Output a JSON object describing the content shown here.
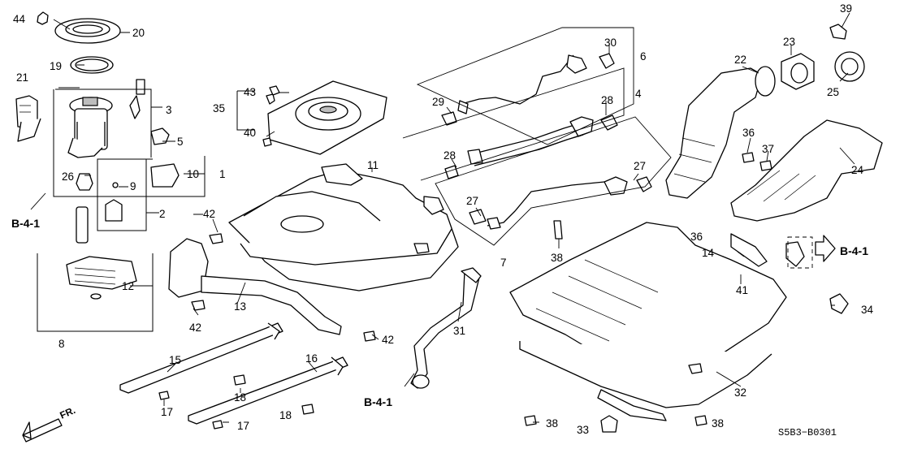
{
  "diagram": {
    "callouts": [
      {
        "id": "c44",
        "text": "44"
      },
      {
        "id": "c20",
        "text": "20"
      },
      {
        "id": "c19",
        "text": "19"
      },
      {
        "id": "c21",
        "text": "21"
      },
      {
        "id": "c3",
        "text": "3"
      },
      {
        "id": "c5",
        "text": "5"
      },
      {
        "id": "c10",
        "text": "10"
      },
      {
        "id": "c1",
        "text": "1"
      },
      {
        "id": "c26",
        "text": "26"
      },
      {
        "id": "c9",
        "text": "9"
      },
      {
        "id": "c2",
        "text": "2"
      },
      {
        "id": "c12",
        "text": "12"
      },
      {
        "id": "c8",
        "text": "8"
      },
      {
        "id": "c43",
        "text": "43"
      },
      {
        "id": "c35",
        "text": "35"
      },
      {
        "id": "c40",
        "text": "40"
      },
      {
        "id": "c11",
        "text": "11"
      },
      {
        "id": "c42a",
        "text": "42"
      },
      {
        "id": "c42b",
        "text": "42"
      },
      {
        "id": "c42c",
        "text": "42"
      },
      {
        "id": "c13",
        "text": "13"
      },
      {
        "id": "c15",
        "text": "15"
      },
      {
        "id": "c16",
        "text": "16"
      },
      {
        "id": "c18a",
        "text": "18"
      },
      {
        "id": "c18b",
        "text": "18"
      },
      {
        "id": "c17a",
        "text": "17"
      },
      {
        "id": "c17b",
        "text": "17"
      },
      {
        "id": "c30",
        "text": "30"
      },
      {
        "id": "c6",
        "text": "6"
      },
      {
        "id": "c29",
        "text": "29"
      },
      {
        "id": "c28a",
        "text": "28"
      },
      {
        "id": "c4",
        "text": "4"
      },
      {
        "id": "c28b",
        "text": "28"
      },
      {
        "id": "c27a",
        "text": "27"
      },
      {
        "id": "c27b",
        "text": "27"
      },
      {
        "id": "c7",
        "text": "7"
      },
      {
        "id": "c38a",
        "text": "38"
      },
      {
        "id": "c31",
        "text": "31"
      },
      {
        "id": "c39",
        "text": "39"
      },
      {
        "id": "c23",
        "text": "23"
      },
      {
        "id": "c22",
        "text": "22"
      },
      {
        "id": "c25",
        "text": "25"
      },
      {
        "id": "c36a",
        "text": "36"
      },
      {
        "id": "c37",
        "text": "37"
      },
      {
        "id": "c24",
        "text": "24"
      },
      {
        "id": "c36b",
        "text": "36"
      },
      {
        "id": "c14",
        "text": "14"
      },
      {
        "id": "c41",
        "text": "41"
      },
      {
        "id": "c34",
        "text": "34"
      },
      {
        "id": "c32",
        "text": "32"
      },
      {
        "id": "c38b",
        "text": "38"
      },
      {
        "id": "c33",
        "text": "33"
      },
      {
        "id": "c38c",
        "text": "38"
      }
    ],
    "references": [
      {
        "id": "r1",
        "text": "B-4-1"
      },
      {
        "id": "r2",
        "text": "B-4-1"
      },
      {
        "id": "r3",
        "text": "B-4-1"
      }
    ],
    "direction_label": "FR.",
    "drawing_code": "S5B3−B0301"
  }
}
